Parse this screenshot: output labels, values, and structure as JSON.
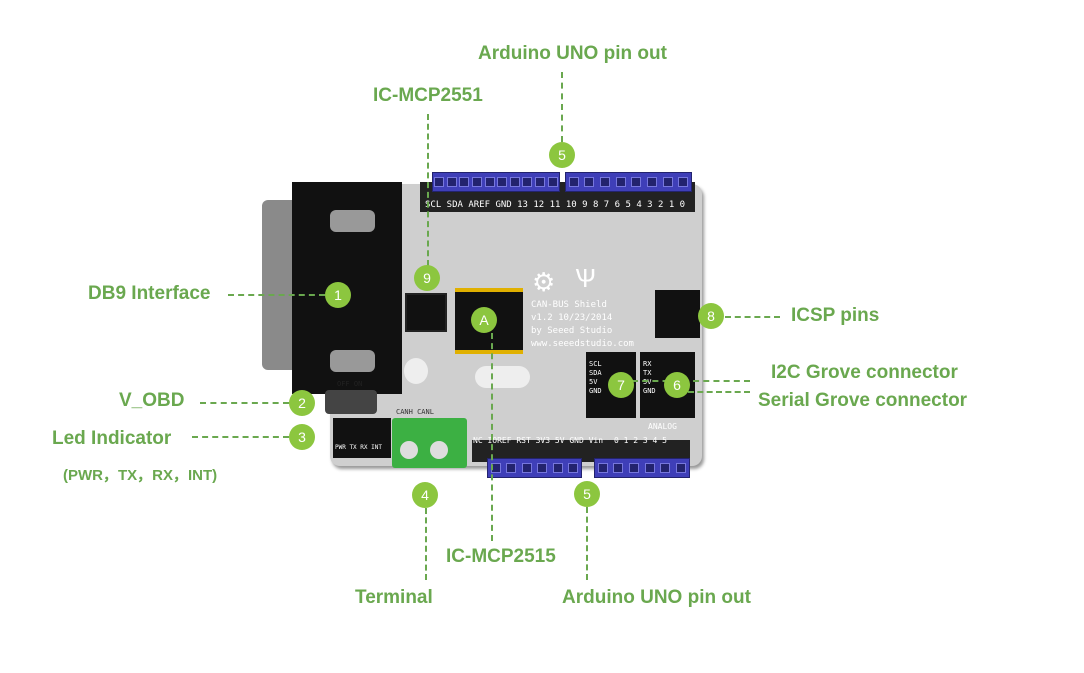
{
  "labels": {
    "arduino_top": "Arduino UNO pin out",
    "ic_mcp2551": "IC-MCP2551",
    "db9": "DB9 Interface",
    "v_obd": "V_OBD",
    "led": "Led Indicator",
    "led_sub": "(PWR，TX，RX，INT)",
    "terminal": "Terminal",
    "ic_mcp2515": "IC-MCP2515",
    "arduino_bottom": "Arduino UNO pin out",
    "icsp": "ICSP pins",
    "i2c": "I2C Grove connector",
    "serial": "Serial Grove connector"
  },
  "markers": {
    "m1": "1",
    "m2": "2",
    "m3": "3",
    "m4": "4",
    "m5a": "5",
    "m5b": "5",
    "m6": "6",
    "m7": "7",
    "m8": "8",
    "m9": "9",
    "mA": "A"
  },
  "board": {
    "name": "CAN-BUS Shield",
    "version": "v1.2 10/23/2014",
    "maker": "by Seeed Studio",
    "url": "www.seeedstudio.com",
    "top_pins": "SCL SDA AREF GND 13 12 11 10 9 8   7 6 5 4 3 2 1 0",
    "bottom_pins": "NC IOREF RST 3V3 5V GND Vin",
    "analog": "ANALOG",
    "analog_pins": "0 1 2 3 4 5",
    "switch": "OFF  ON",
    "led_names": "PWR TX RX INT",
    "terminal_pins": "CANH  CANL",
    "i2c_pins": "SCL SDA 5V GND",
    "serial_pins": "RX TX 5V GND"
  },
  "colors": {
    "label": "#6aa84f",
    "marker": "#8cc63f",
    "board": "#cfcfcf",
    "header": "#3f3fb8",
    "terminal": "#3cb043"
  }
}
